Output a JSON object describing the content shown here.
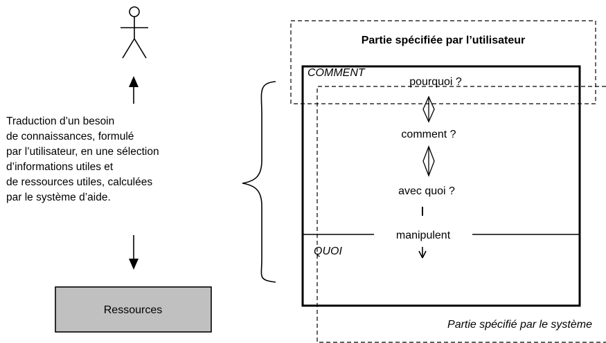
{
  "diagram": {
    "description_lines": [
      "Traduction d’un besoin",
      "de connaissances, formulé",
      "par l’utilisateur, en une sélection",
      "d’informations utiles et",
      "de ressources utiles, calculées",
      "par le système d’aide."
    ],
    "resources_label": "Ressources",
    "user_part_title": "Partie spécifiée par l’utilisateur",
    "system_part_title": "Partie spécifié par le système",
    "comment_label": "COMMENT",
    "quoi_label": "QUOI",
    "steps": {
      "pourquoi": "pourquoi ?",
      "comment": "comment ?",
      "avec_quoi": "avec quoi ?",
      "manipulent": "manipulent"
    },
    "resources_fill": "#c0c0c0"
  }
}
